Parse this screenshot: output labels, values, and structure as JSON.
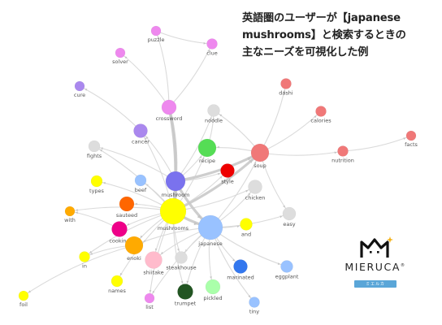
{
  "headline": {
    "line1": "英語圏のユーザーが【japanese",
    "line2": "mushrooms】と検索するときの",
    "line3": "主なニーズを可視化した例"
  },
  "brand": {
    "name": "MIERUCA",
    "registered": "®",
    "subtitle": "ミエルカ"
  },
  "colors": {
    "edge": "#d6d6d6",
    "label": "#555555",
    "yellow": "#ffff00",
    "blue": "#99c2ff",
    "purple": "#7a72ee",
    "red": "#f07878",
    "pink": "#ee88ee",
    "green": "#55dd55",
    "grey": "#dddddd"
  },
  "nodes": [
    {
      "id": "mushrooms",
      "label": "mushrooms",
      "color": "#ffff00"
    },
    {
      "id": "japanese",
      "label": "japanese",
      "color": "#99c2ff"
    },
    {
      "id": "mushroom",
      "label": "mushroom",
      "color": "#7a72ee"
    },
    {
      "id": "soup",
      "label": "soup",
      "color": "#f07878"
    },
    {
      "id": "recipe",
      "label": "recipe",
      "color": "#55dd55"
    },
    {
      "id": "crossword",
      "label": "crossword",
      "color": "#ee88ee"
    },
    {
      "id": "cancer",
      "label": "cancer",
      "color": "#aa88ee"
    },
    {
      "id": "puzzle",
      "label": "puzzle",
      "color": "#ee88ee"
    },
    {
      "id": "clue",
      "label": "clue",
      "color": "#ee88ee"
    },
    {
      "id": "solver",
      "label": "solver",
      "color": "#ee88ee"
    },
    {
      "id": "cure",
      "label": "cure",
      "color": "#aa88ee"
    },
    {
      "id": "noodle",
      "label": "noodle",
      "color": "#dddddd"
    },
    {
      "id": "dashi",
      "label": "dashi",
      "color": "#f07878"
    },
    {
      "id": "calories",
      "label": "calories",
      "color": "#f07878"
    },
    {
      "id": "facts",
      "label": "facts",
      "color": "#f07878"
    },
    {
      "id": "nutrition",
      "label": "nutrition",
      "color": "#f07878"
    },
    {
      "id": "fights",
      "label": "fights",
      "color": "#dddddd"
    },
    {
      "id": "style",
      "label": "style",
      "color": "#ee0000"
    },
    {
      "id": "chicken",
      "label": "chicken",
      "color": "#dddddd"
    },
    {
      "id": "types",
      "label": "types",
      "color": "#ffff00"
    },
    {
      "id": "beef",
      "label": "beef",
      "color": "#99c2ff"
    },
    {
      "id": "with",
      "label": "with",
      "color": "#ffaa00"
    },
    {
      "id": "sauteed",
      "label": "sauteed",
      "color": "#ff6600"
    },
    {
      "id": "cooking",
      "label": "cooking",
      "color": "#ee0088"
    },
    {
      "id": "enoki",
      "label": "enoki",
      "color": "#ffaa00"
    },
    {
      "id": "and",
      "label": "and",
      "color": "#ffff00"
    },
    {
      "id": "easy",
      "label": "easy",
      "color": "#dddddd"
    },
    {
      "id": "in",
      "label": "in",
      "color": "#ffff00"
    },
    {
      "id": "steakhouse",
      "label": "steakhouse",
      "color": "#dddddd"
    },
    {
      "id": "shiitake",
      "label": "shiitake",
      "color": "#ffbbcc"
    },
    {
      "id": "names",
      "label": "names",
      "color": "#ffff00"
    },
    {
      "id": "list",
      "label": "list",
      "color": "#ee88ee"
    },
    {
      "id": "trumpet",
      "label": "trumpet",
      "color": "#225522"
    },
    {
      "id": "pickled",
      "label": "pickled",
      "color": "#aaffaa"
    },
    {
      "id": "marinated",
      "label": "marinated",
      "color": "#3377ee"
    },
    {
      "id": "eggplant",
      "label": "eggplant",
      "color": "#99c2ff"
    },
    {
      "id": "tiny",
      "label": "tiny",
      "color": "#99c2ff"
    },
    {
      "id": "foil",
      "label": "foil",
      "color": "#ffff00"
    }
  ],
  "edges": [
    [
      "mushrooms",
      "japanese"
    ],
    [
      "mushrooms",
      "mushroom"
    ],
    [
      "mushrooms",
      "crossword"
    ],
    [
      "mushrooms",
      "soup"
    ],
    [
      "mushrooms",
      "recipe"
    ],
    [
      "mushrooms",
      "cancer"
    ],
    [
      "mushrooms",
      "types"
    ],
    [
      "mushrooms",
      "beef"
    ],
    [
      "mushrooms",
      "with"
    ],
    [
      "mushrooms",
      "sauteed"
    ],
    [
      "mushrooms",
      "cooking"
    ],
    [
      "mushrooms",
      "enoki"
    ],
    [
      "mushrooms",
      "in"
    ],
    [
      "mushrooms",
      "names"
    ],
    [
      "mushrooms",
      "shiitake"
    ],
    [
      "mushrooms",
      "steakhouse"
    ],
    [
      "mushrooms",
      "list"
    ],
    [
      "mushrooms",
      "trumpet"
    ],
    [
      "mushrooms",
      "style"
    ],
    [
      "mushrooms",
      "chicken"
    ],
    [
      "mushrooms",
      "fights"
    ],
    [
      "mushroom",
      "soup"
    ],
    [
      "mushroom",
      "recipe"
    ],
    [
      "mushroom",
      "crossword"
    ],
    [
      "mushroom",
      "cancer"
    ],
    [
      "mushroom",
      "noodle"
    ],
    [
      "mushroom",
      "style"
    ],
    [
      "mushroom",
      "fights"
    ],
    [
      "mushroom",
      "japanese"
    ],
    [
      "japanese",
      "soup"
    ],
    [
      "japanese",
      "and"
    ],
    [
      "japanese",
      "easy"
    ],
    [
      "japanese",
      "chicken"
    ],
    [
      "japanese",
      "marinated"
    ],
    [
      "japanese",
      "eggplant"
    ],
    [
      "japanese",
      "tiny"
    ],
    [
      "japanese",
      "pickled"
    ],
    [
      "japanese",
      "steakhouse"
    ],
    [
      "japanese",
      "shiitake"
    ],
    [
      "japanese",
      "enoki"
    ],
    [
      "japanese",
      "trumpet"
    ],
    [
      "japanese",
      "list"
    ],
    [
      "soup",
      "dashi"
    ],
    [
      "soup",
      "calories"
    ],
    [
      "soup",
      "nutrition"
    ],
    [
      "soup",
      "recipe"
    ],
    [
      "soup",
      "noodle"
    ],
    [
      "nutrition",
      "facts"
    ],
    [
      "soup",
      "easy"
    ],
    [
      "crossword",
      "puzzle"
    ],
    [
      "crossword",
      "clue"
    ],
    [
      "crossword",
      "solver"
    ],
    [
      "puzzle",
      "clue"
    ],
    [
      "cancer",
      "cure"
    ],
    [
      "enoki",
      "in"
    ],
    [
      "enoki",
      "foil"
    ],
    [
      "cooking",
      "with"
    ],
    [
      "recipe",
      "noodle"
    ]
  ]
}
